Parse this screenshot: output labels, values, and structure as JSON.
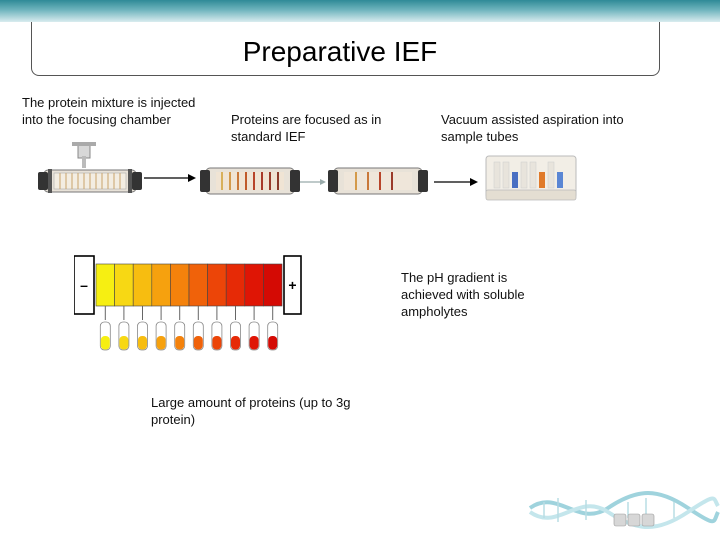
{
  "slide": {
    "title": "Preparative IEF",
    "captions": {
      "step_inject": "The protein mixture is injected into the focusing chamber",
      "step_focus": "Proteins are focused as in standard  IEF",
      "step_aspirate": "Vacuum assisted aspiration into sample tubes",
      "ph_gradient": "The pH gradient is achieved with soluble ampholytes",
      "capacity": "Large amount of proteins (up to 3g protein)"
    },
    "electrodes": {
      "minus": "–",
      "plus": "+"
    },
    "colors": {
      "header_band": "#2f8a97",
      "gradient": [
        "#f6ef12",
        "#f7d814",
        "#f7bd10",
        "#f6a10e",
        "#f4820c",
        "#f0620a",
        "#ec4508",
        "#e62a06",
        "#df1505",
        "#d40a04"
      ]
    },
    "fraction_count": 10
  }
}
